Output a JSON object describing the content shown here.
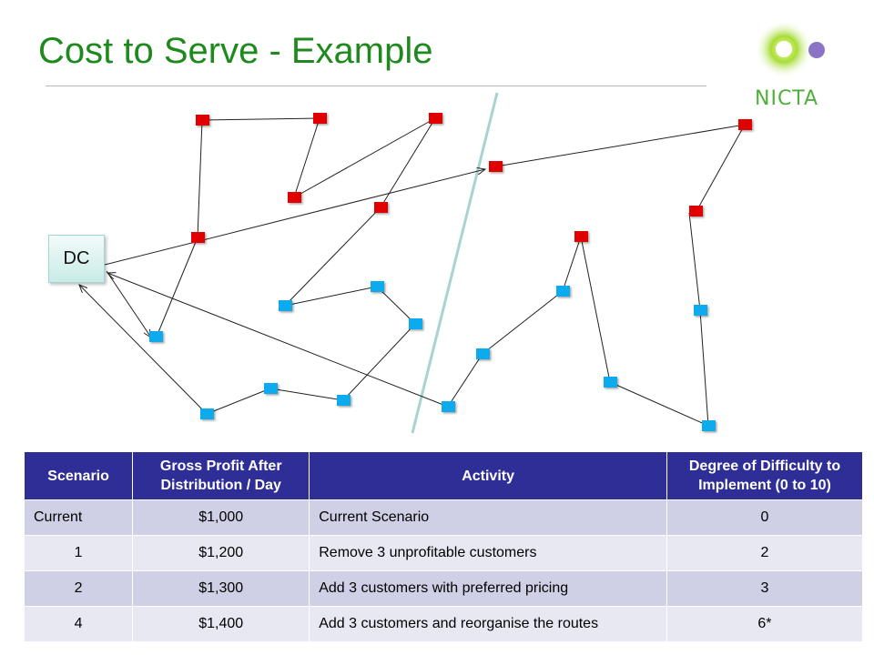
{
  "title": "Cost to Serve - Example",
  "logo": {
    "text": "NICTA",
    "accent": "#4fb03a",
    "secondary": "#8b73c6"
  },
  "dc_label": "DC",
  "colors": {
    "unprofitable_node": "#e00000",
    "profitable_node": "#10aaee",
    "route_line": "#222222",
    "divider": "#a9d3d3",
    "table_header": "#2e2e96",
    "table_row_odd": "#cfd0e6",
    "table_row_even": "#e8e8f3"
  },
  "table": {
    "headers": [
      "Scenario",
      "Gross Profit After Distribution / Day",
      "Activity",
      "Degree of Difficulty to Implement  (0 to 10)"
    ],
    "rows": [
      {
        "scenario": "Current",
        "profit": "$1,000",
        "activity": "Current Scenario",
        "difficulty": "0"
      },
      {
        "scenario": "1",
        "profit": "$1,200",
        "activity": "Remove 3 unprofitable customers",
        "difficulty": "2"
      },
      {
        "scenario": "2",
        "profit": "$1,300",
        "activity": "Add 3 customers with preferred pricing",
        "difficulty": "3"
      },
      {
        "scenario": "4",
        "profit": "$1,400",
        "activity": "Add 3 customers and reorganise the routes",
        "difficulty": "6*"
      }
    ]
  }
}
